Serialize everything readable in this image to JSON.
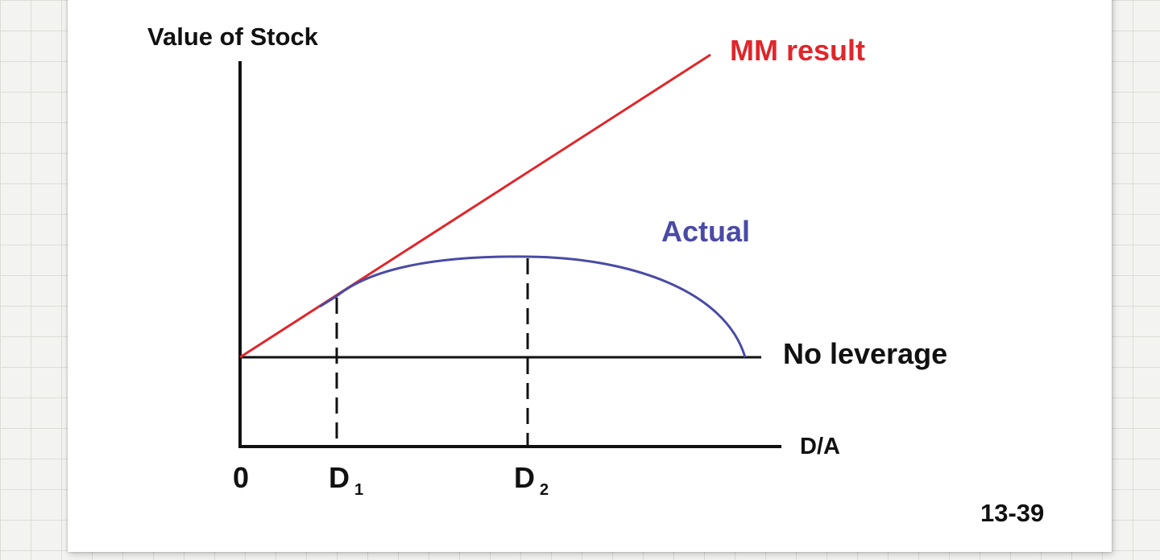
{
  "diagram": {
    "y_axis_label": "Value of Stock",
    "x_axis_label": "D/A",
    "origin_label": "0",
    "ticks": [
      {
        "main": "D",
        "sub": "1"
      },
      {
        "main": "D",
        "sub": "2"
      }
    ],
    "lines": {
      "mm_result": {
        "label": "MM result",
        "color": "#e0262b"
      },
      "actual": {
        "label": "Actual",
        "color": "#4a4aa6"
      },
      "no_leverage": {
        "label": "No leverage",
        "color": "#111111"
      }
    },
    "page_number": "13-39"
  }
}
